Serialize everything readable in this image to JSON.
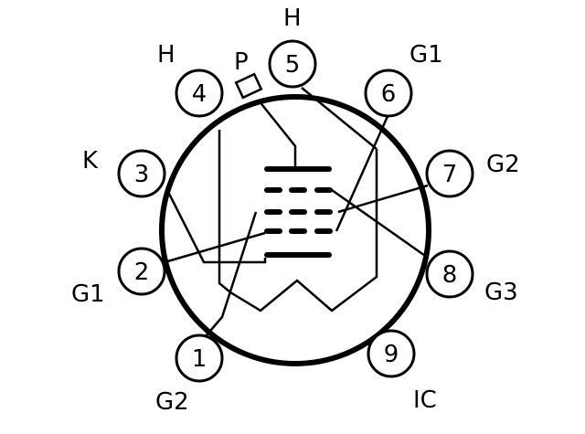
{
  "diagram": {
    "pins": [
      {
        "number": "1",
        "label": "G2"
      },
      {
        "number": "2",
        "label": "G1"
      },
      {
        "number": "3",
        "label": "K"
      },
      {
        "number": "4",
        "label": "H"
      },
      {
        "number": "5",
        "label": "H"
      },
      {
        "number": "6",
        "label": "G1"
      },
      {
        "number": "7",
        "label": "G2"
      },
      {
        "number": "8",
        "label": "G3"
      },
      {
        "number": "9",
        "label": "IC"
      }
    ],
    "top_cap_label": "P"
  }
}
